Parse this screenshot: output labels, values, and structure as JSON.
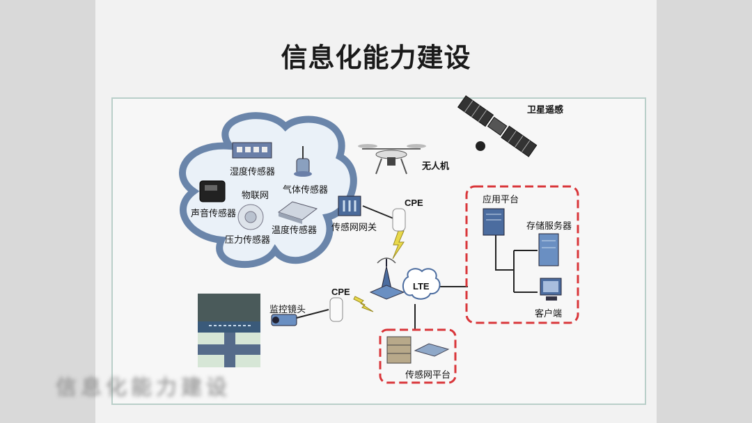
{
  "title": "信息化能力建设",
  "labels": {
    "satellite": "卫星遥感",
    "drone": "无人机",
    "humidity": "湿度传感器",
    "gas": "气体传感器",
    "iot": "物联网",
    "sound": "声音传感器",
    "temperature": "温度传感器",
    "pressure": "压力传感器",
    "gateway": "传感网网关",
    "cpe_top": "CPE",
    "cpe_mid": "CPE",
    "lte": "LTE",
    "camera": "监控镜头",
    "sensor_platform": "传感网平台",
    "app_platform": "应用平台",
    "storage": "存储服务器",
    "client": "客户端"
  },
  "watermark": "信息化能力建设"
}
